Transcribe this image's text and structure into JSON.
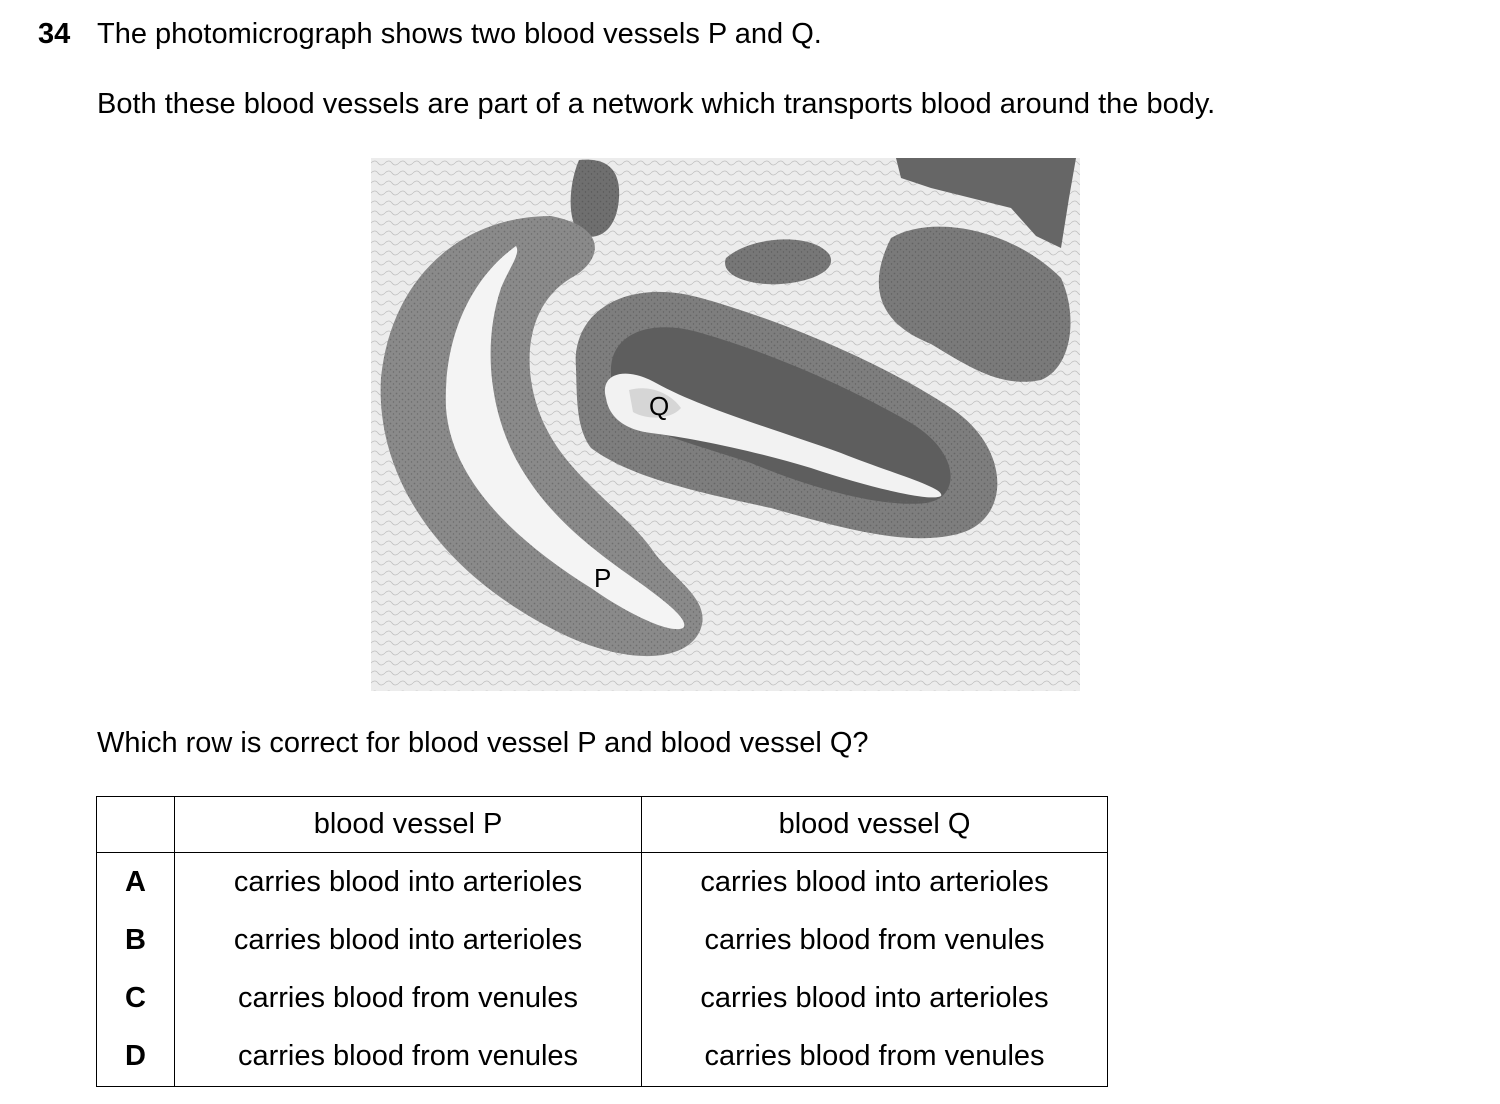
{
  "question": {
    "number": "34",
    "line1": "The photomicrograph shows two blood vessels P and Q.",
    "line2": "Both these blood vessels are part of a network which transports blood around the body.",
    "prompt": "Which row is correct for blood vessel P and blood vessel Q?"
  },
  "figure": {
    "label_p": "P",
    "label_q": "Q"
  },
  "table": {
    "headers": [
      "",
      "blood vessel P",
      "blood vessel Q"
    ],
    "rows": [
      {
        "key": "A",
        "p": "carries blood into arterioles",
        "q": "carries blood into arterioles"
      },
      {
        "key": "B",
        "p": "carries blood into arterioles",
        "q": "carries blood from venules"
      },
      {
        "key": "C",
        "p": "carries blood from venules",
        "q": "carries blood into arterioles"
      },
      {
        "key": "D",
        "p": "carries blood from venules",
        "q": "carries blood from venules"
      }
    ]
  }
}
